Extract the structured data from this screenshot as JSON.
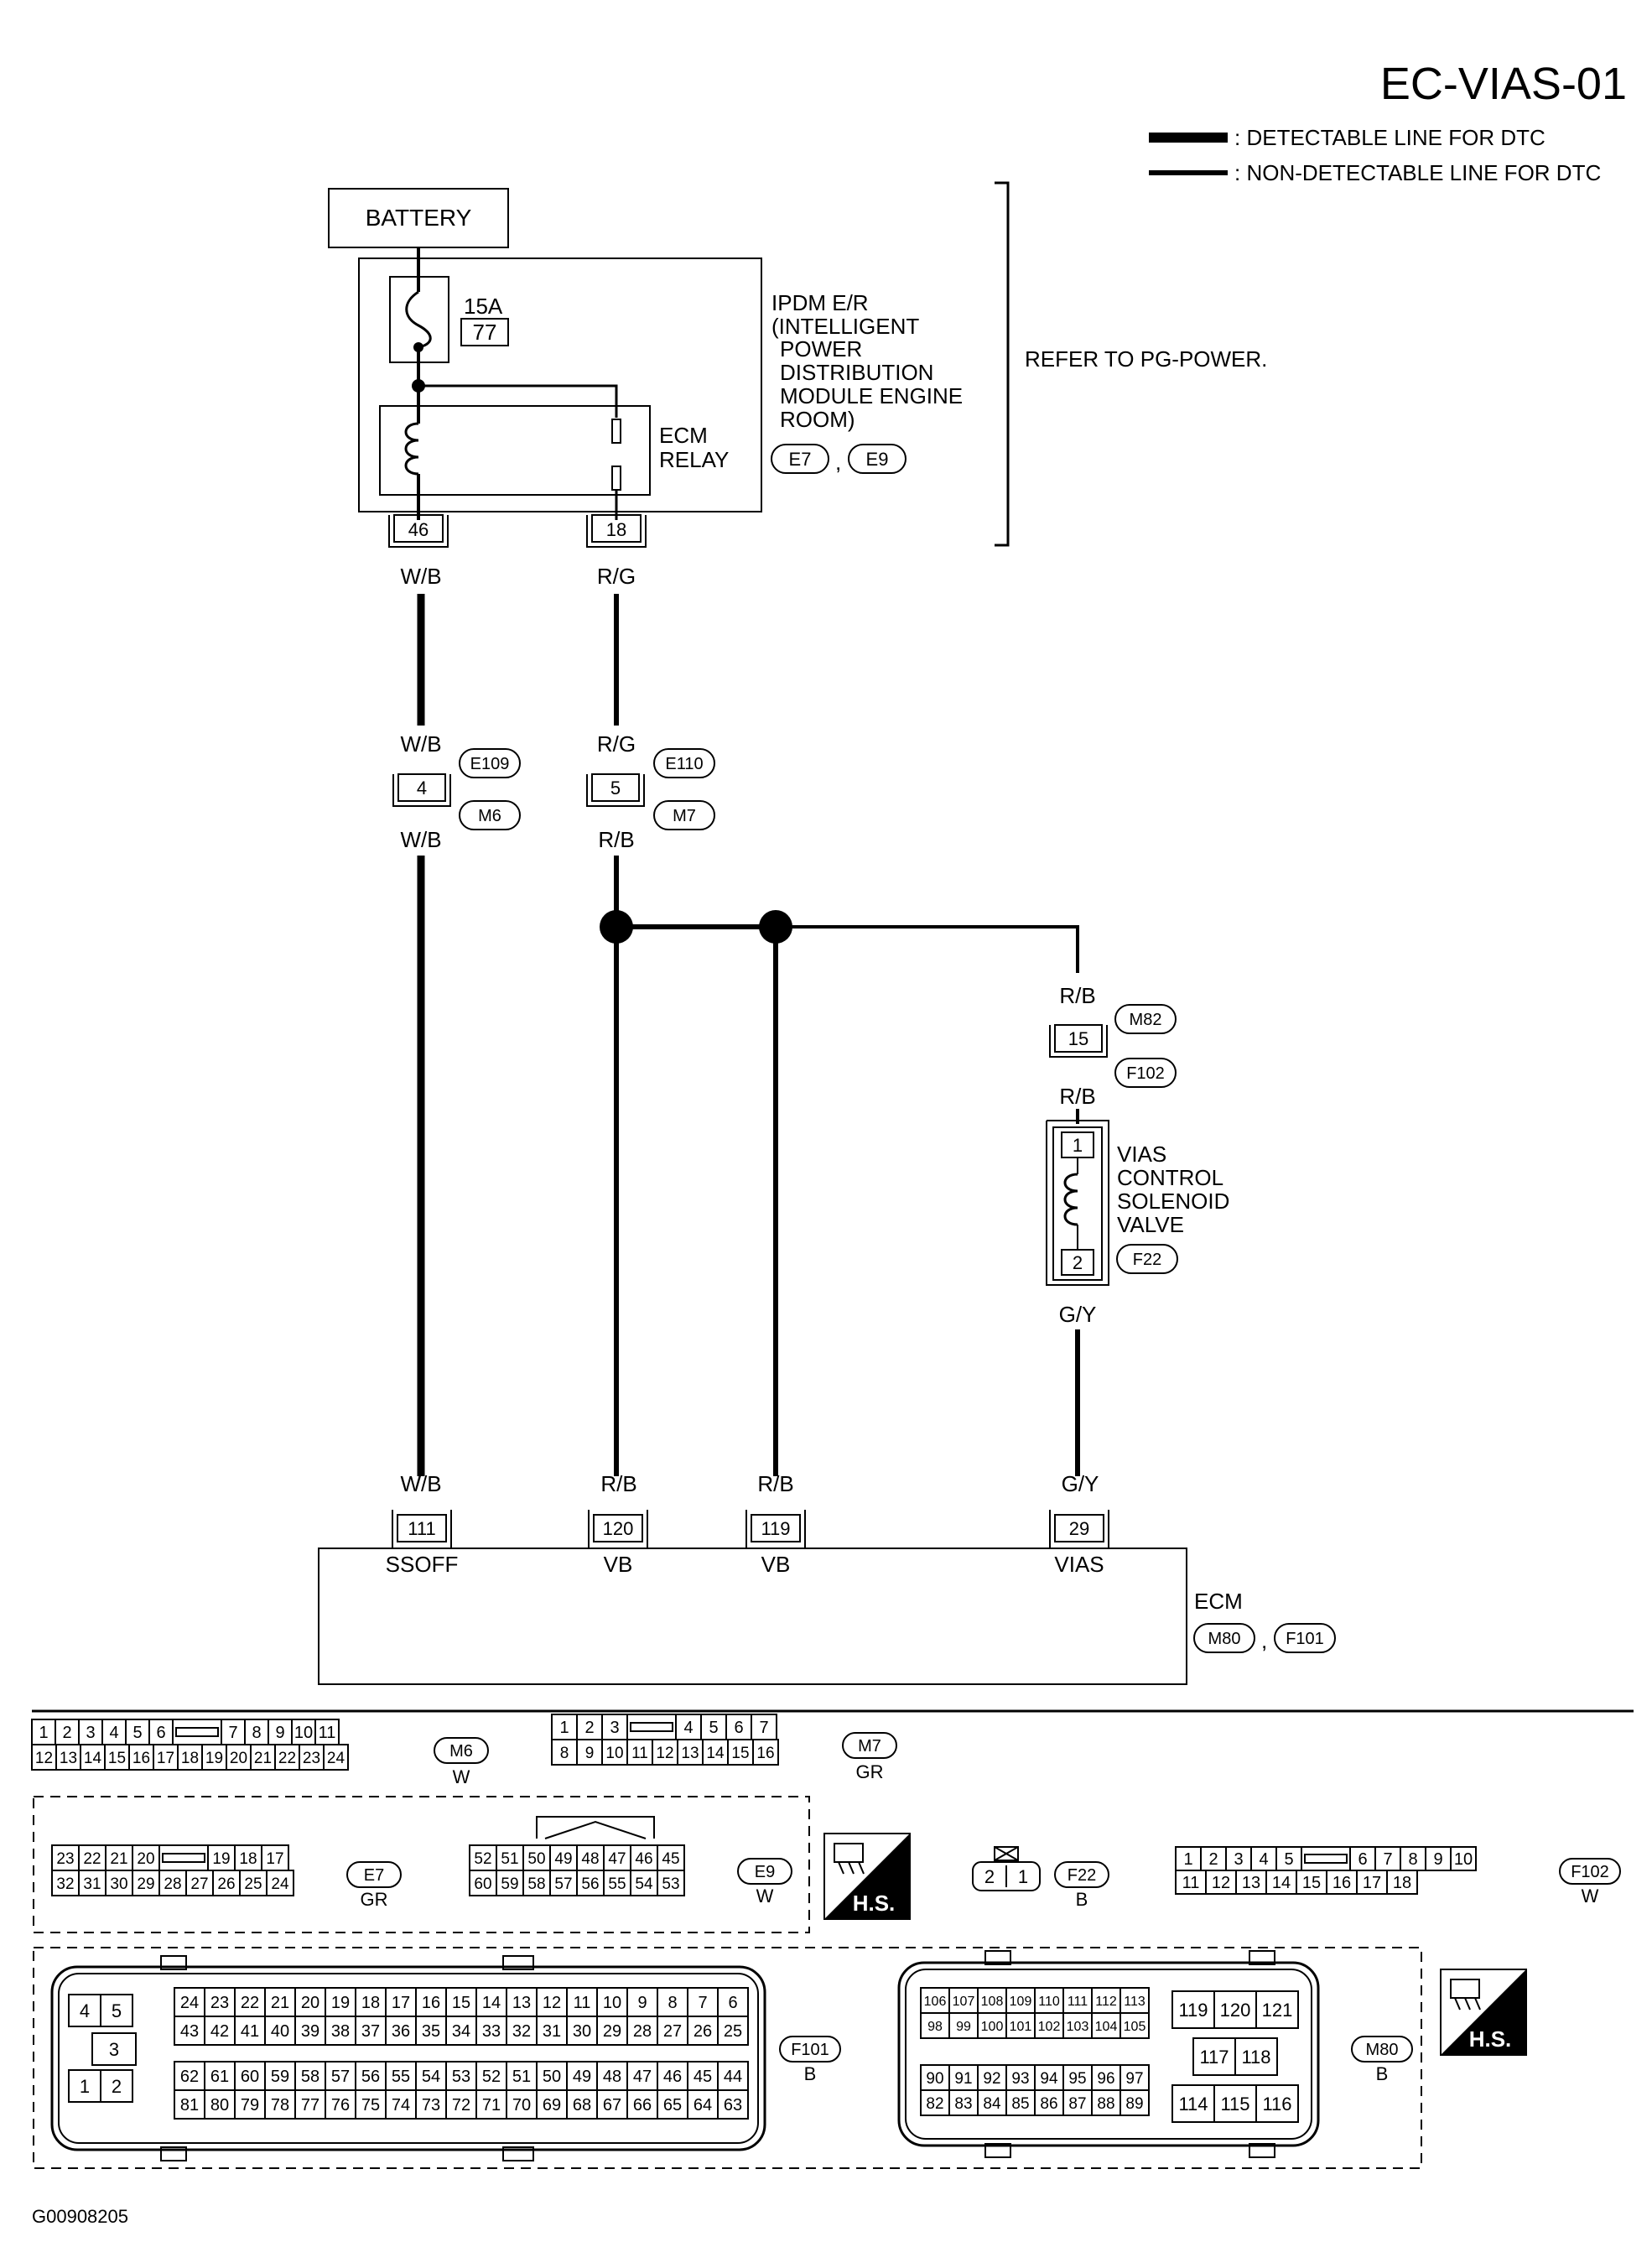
{
  "page_title": "EC-VIAS-01",
  "legend": {
    "detectable": ": DETECTABLE LINE FOR DTC",
    "non_detectable": ": NON-DETECTABLE LINE FOR DTC"
  },
  "battery": "BATTERY",
  "fuse": {
    "amp": "15A",
    "number": "77"
  },
  "ipdm": {
    "lines": [
      "IPDM E/R",
      "(INTELLIGENT",
      "POWER",
      "DISTRIBUTION",
      "MODULE ENGINE",
      "ROOM)"
    ],
    "conn_a": "E7",
    "conn_b": "E9",
    "sep": ","
  },
  "relay": {
    "line1": "ECM",
    "line2": "RELAY"
  },
  "refer": "REFER TO PG-POWER.",
  "ipdm_pins": {
    "left": "46",
    "right": "18"
  },
  "wire_colors": {
    "wb": "W/B",
    "rg": "R/G",
    "rb": "R/B",
    "gy": "G/Y"
  },
  "joint_left": {
    "pin": "4",
    "conn_top": "E109",
    "conn_bottom": "M6"
  },
  "joint_mid": {
    "pin": "5",
    "conn_top": "E110",
    "conn_bottom": "M7"
  },
  "joint_right": {
    "pin": "15",
    "conn_top": "M82",
    "conn_bottom": "F102"
  },
  "solenoid": {
    "lines": [
      "VIAS",
      "CONTROL",
      "SOLENOID",
      "VALVE"
    ],
    "pin_top": "1",
    "pin_bottom": "2",
    "conn": "F22"
  },
  "ecm": {
    "label": "ECM",
    "conn_a": "M80",
    "conn_b": "F101",
    "sep": ",",
    "pins": [
      {
        "num": "111",
        "name": "SSOFF",
        "color": "W/B"
      },
      {
        "num": "120",
        "name": "VB",
        "color": "R/B"
      },
      {
        "num": "119",
        "name": "VB",
        "color": "R/B"
      },
      {
        "num": "29",
        "name": "VIAS",
        "color": "G/Y"
      }
    ]
  },
  "connectors": {
    "m6": {
      "id": "M6",
      "color": "W",
      "row1": [
        "1",
        "2",
        "3",
        "4",
        "5",
        "6",
        "",
        "7",
        "8",
        "9",
        "10",
        "11"
      ],
      "row2": [
        "12",
        "13",
        "14",
        "15",
        "16",
        "17",
        "18",
        "19",
        "20",
        "21",
        "22",
        "23",
        "24"
      ]
    },
    "m7": {
      "id": "M7",
      "color": "GR",
      "row1": [
        "1",
        "2",
        "3",
        "",
        "4",
        "5",
        "6",
        "7"
      ],
      "row2": [
        "8",
        "9",
        "10",
        "11",
        "12",
        "13",
        "14",
        "15",
        "16"
      ]
    },
    "e7": {
      "id": "E7",
      "color": "GR",
      "row1": [
        "23",
        "22",
        "21",
        "20",
        "",
        "19",
        "18",
        "17"
      ],
      "row2": [
        "32",
        "31",
        "30",
        "29",
        "28",
        "27",
        "26",
        "25",
        "24"
      ]
    },
    "e9": {
      "id": "E9",
      "color": "W",
      "row1": [
        "52",
        "51",
        "50",
        "49",
        "48",
        "47",
        "46",
        "45"
      ],
      "row2": [
        "60",
        "59",
        "58",
        "57",
        "56",
        "55",
        "54",
        "53"
      ]
    },
    "f22": {
      "id": "F22",
      "color": "B",
      "pins": [
        "2",
        "1"
      ]
    },
    "f102": {
      "id": "F102",
      "color": "W",
      "row1": [
        "1",
        "2",
        "3",
        "4",
        "5",
        "",
        "6",
        "7",
        "8",
        "9",
        "10"
      ],
      "row2": [
        "11",
        "12",
        "13",
        "14",
        "15",
        "16",
        "17",
        "18"
      ]
    },
    "f101": {
      "id": "F101",
      "color": "B",
      "left": [
        "4",
        "5",
        "3",
        "1",
        "2"
      ],
      "row1": [
        "24",
        "23",
        "22",
        "21",
        "20",
        "19",
        "18",
        "17",
        "16",
        "15",
        "14",
        "13",
        "12",
        "11",
        "10",
        "9",
        "8",
        "7",
        "6"
      ],
      "row2": [
        "43",
        "42",
        "41",
        "40",
        "39",
        "38",
        "37",
        "36",
        "35",
        "34",
        "33",
        "32",
        "31",
        "30",
        "29",
        "28",
        "27",
        "26",
        "25"
      ],
      "row3": [
        "62",
        "61",
        "60",
        "59",
        "58",
        "57",
        "56",
        "55",
        "54",
        "53",
        "52",
        "51",
        "50",
        "49",
        "48",
        "47",
        "46",
        "45",
        "44"
      ],
      "row4": [
        "81",
        "80",
        "79",
        "78",
        "77",
        "76",
        "75",
        "74",
        "73",
        "72",
        "71",
        "70",
        "69",
        "68",
        "67",
        "66",
        "65",
        "64",
        "63"
      ]
    },
    "m80": {
      "id": "M80",
      "color": "B",
      "row1": [
        "106",
        "107",
        "108",
        "109",
        "110",
        "111",
        "112",
        "113"
      ],
      "row2": [
        "98",
        "99",
        "100",
        "101",
        "102",
        "103",
        "104",
        "105"
      ],
      "row3": [
        "90",
        "91",
        "92",
        "93",
        "94",
        "95",
        "96",
        "97"
      ],
      "row4": [
        "82",
        "83",
        "84",
        "85",
        "86",
        "87",
        "88",
        "89"
      ],
      "right_top": [
        "119",
        "120",
        "121"
      ],
      "right_mid": [
        "117",
        "118"
      ],
      "right_bot": [
        "114",
        "115",
        "116"
      ]
    }
  },
  "hs_label": "H.S.",
  "footer_code": "G00908205"
}
